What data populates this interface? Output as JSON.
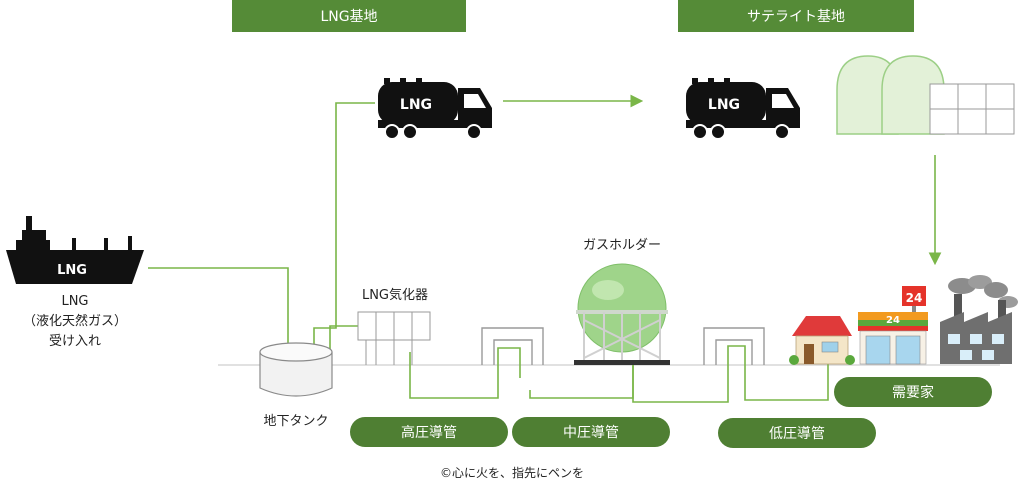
{
  "banners": {
    "lng_base": "LNG基地",
    "satellite_base": "サテライト基地"
  },
  "labels": {
    "lng_receiving_line1": "LNG",
    "lng_receiving_line2": "（液化天然ガス）",
    "lng_receiving_line3": "受け入れ",
    "vaporizer": "LNG気化器",
    "gas_holder": "ガスホルダー",
    "underground_tank": "地下タンク",
    "ship_mark": "LNG",
    "truck1_mark": "LNG",
    "truck2_mark": "LNG",
    "store_sign": "24",
    "store_roof_sign": "24"
  },
  "pipes": {
    "high_pressure": "高圧導管",
    "medium_pressure": "中圧導管",
    "low_pressure": "低圧導管",
    "consumers": "需要家"
  },
  "credit": "©心に火を、指先にペンを",
  "colors": {
    "flow_line": "#7ab648",
    "banner": "#558b37",
    "pill": "#4f7f33"
  }
}
